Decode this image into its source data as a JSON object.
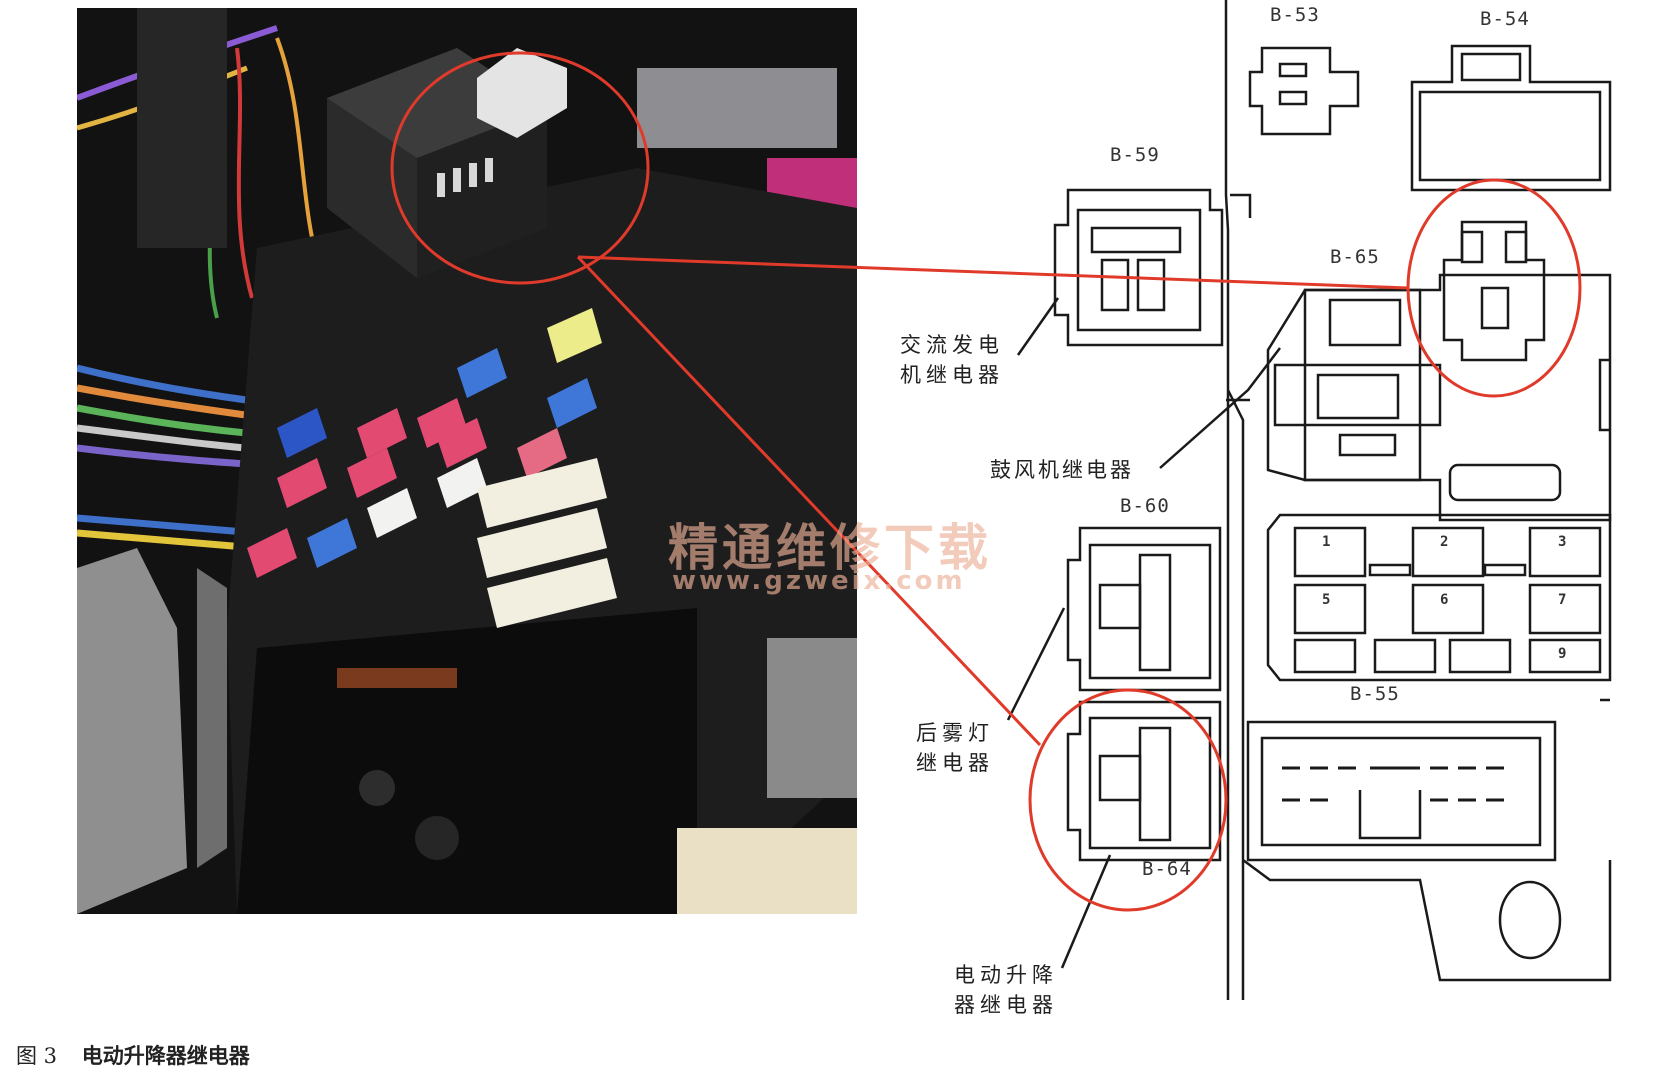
{
  "connectors": {
    "b53": "B-53",
    "b54": "B-54",
    "b59": "B-59",
    "b65": "B-65",
    "b60": "B-60",
    "b64": "B-64",
    "b55": "B-55"
  },
  "fuse_numbers": [
    "1",
    "2",
    "3",
    "5",
    "6",
    "7",
    "9"
  ],
  "labels": {
    "alternator_relay_line1": "交流发电",
    "alternator_relay_line2": "机继电器",
    "blower_relay": "鼓风机继电器",
    "rear_fog_relay_line1": "后雾灯",
    "rear_fog_relay_line2": "继电器",
    "power_window_relay_line1": "电动升降",
    "power_window_relay_line2": "器继电器"
  },
  "watermark": {
    "title": "精通维修下载",
    "url": "www.gzweix.com"
  },
  "caption": {
    "figure": "图 3",
    "title": "电动升降器继电器"
  },
  "colors": {
    "highlight": "#e03a2a",
    "line_art": "#1a1a1a"
  }
}
